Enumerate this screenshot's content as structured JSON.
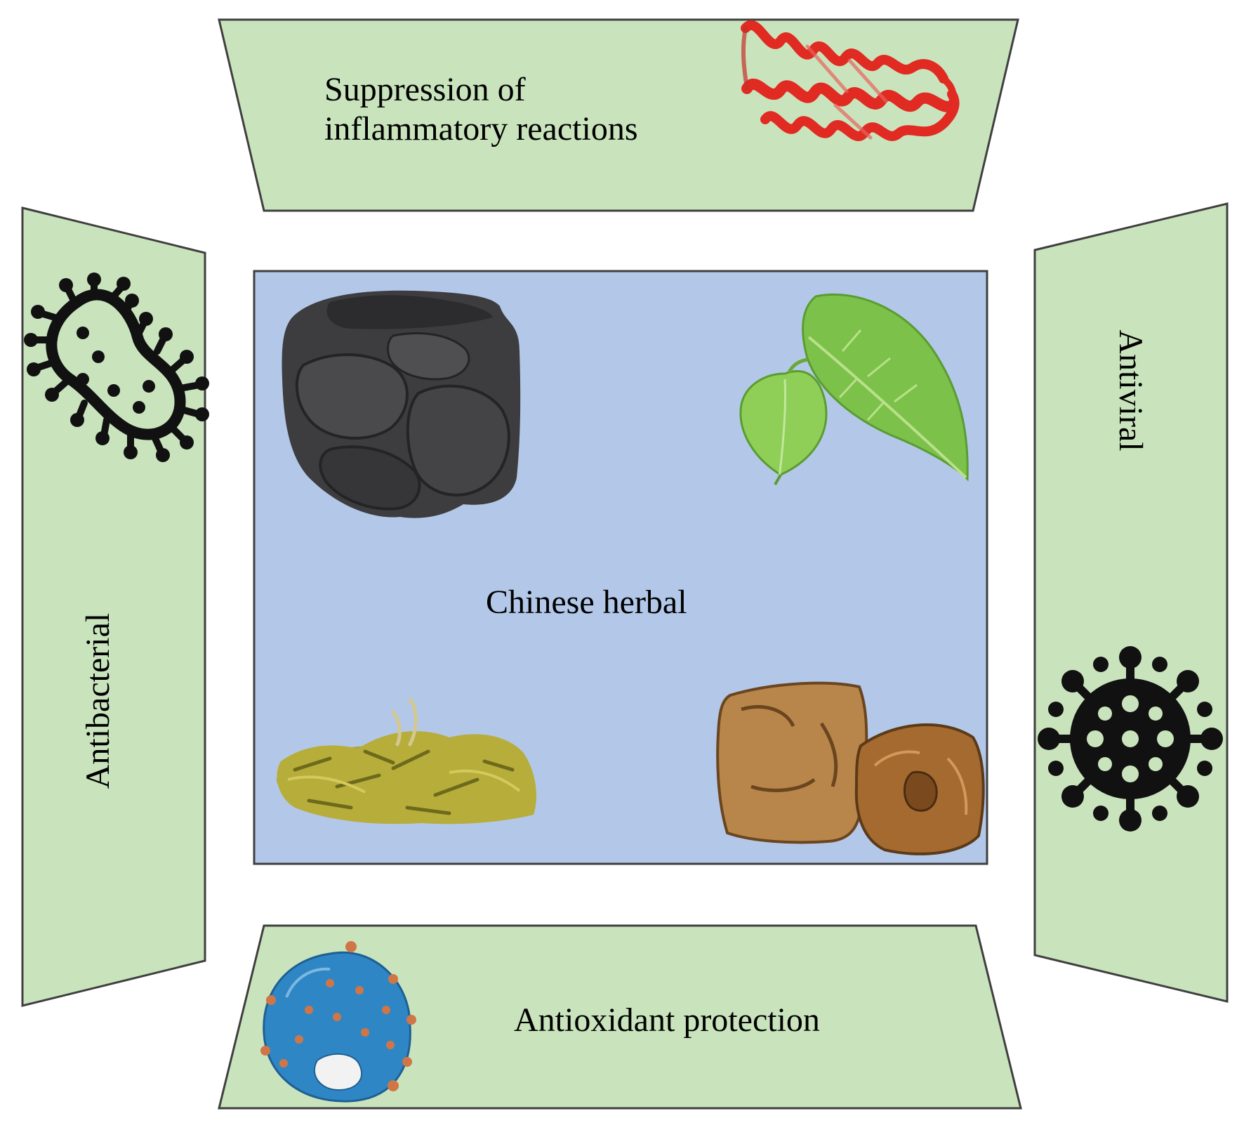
{
  "panels": {
    "top": {
      "label_line1": "Suppression of",
      "label_line2": "inflammatory reactions",
      "icon": "protein-helix-icon"
    },
    "left": {
      "label": "Antibacterial",
      "icon": "bacterium-icon"
    },
    "right": {
      "label": "Antiviral",
      "icon": "virus-icon"
    },
    "bottom": {
      "label": "Antioxidant protection",
      "icon": "cell-icon"
    }
  },
  "center": {
    "label": "Chinese herbal",
    "images": [
      "dark-root-slices-image",
      "green-leaf-image",
      "yellow-root-pieces-image",
      "brown-dried-fruit-image"
    ]
  },
  "colors": {
    "panel_fill": "#c9e4bd",
    "panel_stroke": "#3f3f3f",
    "center_fill": "#b3c8e8",
    "protein": "#e02a22",
    "cell": "#2f86c4",
    "cell_dots": "#d07646",
    "icon_black": "#111111"
  }
}
